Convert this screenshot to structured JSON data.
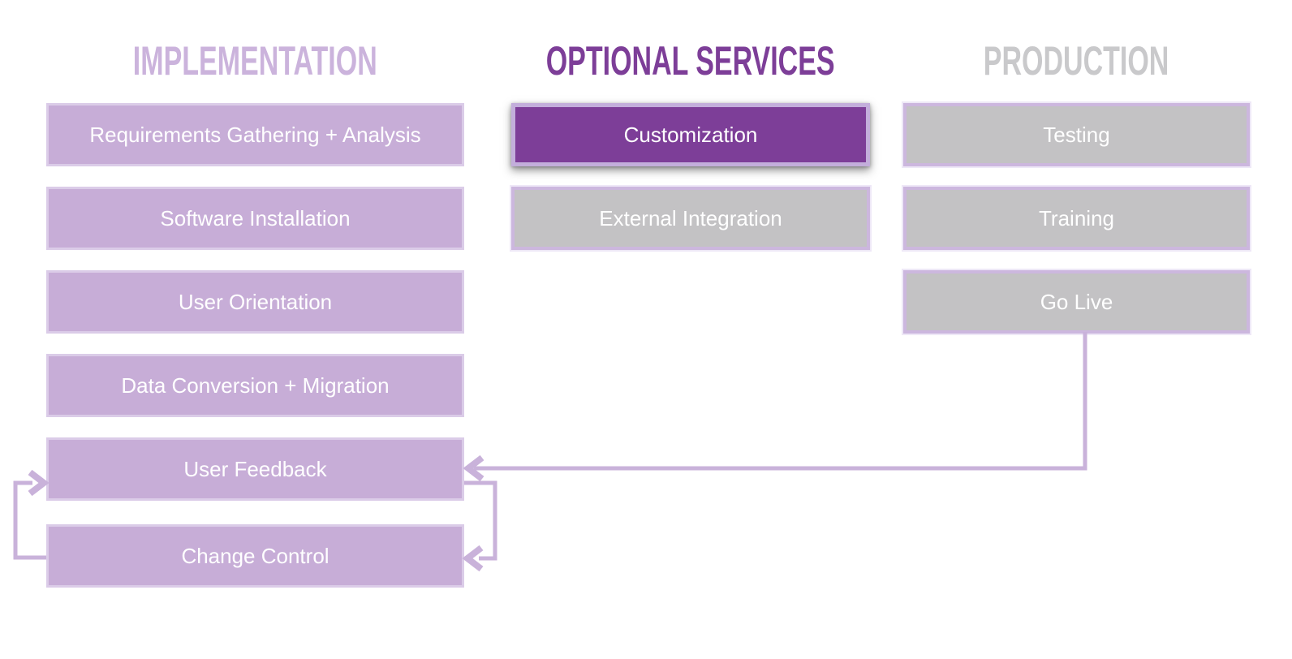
{
  "columns": [
    {
      "title": "IMPLEMENTATION",
      "boxes": [
        "Requirements Gathering + Analysis",
        "Software Installation",
        "User Orientation",
        "Data Conversion + Migration",
        "User Feedback",
        "Change Control"
      ]
    },
    {
      "title": "OPTIONAL SERVICES",
      "boxes": [
        "Customization",
        "External Integration"
      ]
    },
    {
      "title": "PRODUCTION",
      "boxes": [
        "Testing",
        "Training",
        "Go Live"
      ]
    }
  ],
  "colors": {
    "lavender_box_fill": "#c7add7",
    "lavender_box_border": "#dbcce8",
    "gray_box_fill": "#c3c2c4",
    "gray_box_border": "#ccb7de",
    "highlight_box_fill": "#7d3e98",
    "highlight_box_border": "#c3aedb",
    "title_implementation": "#cbb3dc",
    "title_optional_services": "#7d3e98",
    "title_production": "#c9c9cb",
    "connector_line": "#c9b2da",
    "box_text": "#ffffff"
  }
}
